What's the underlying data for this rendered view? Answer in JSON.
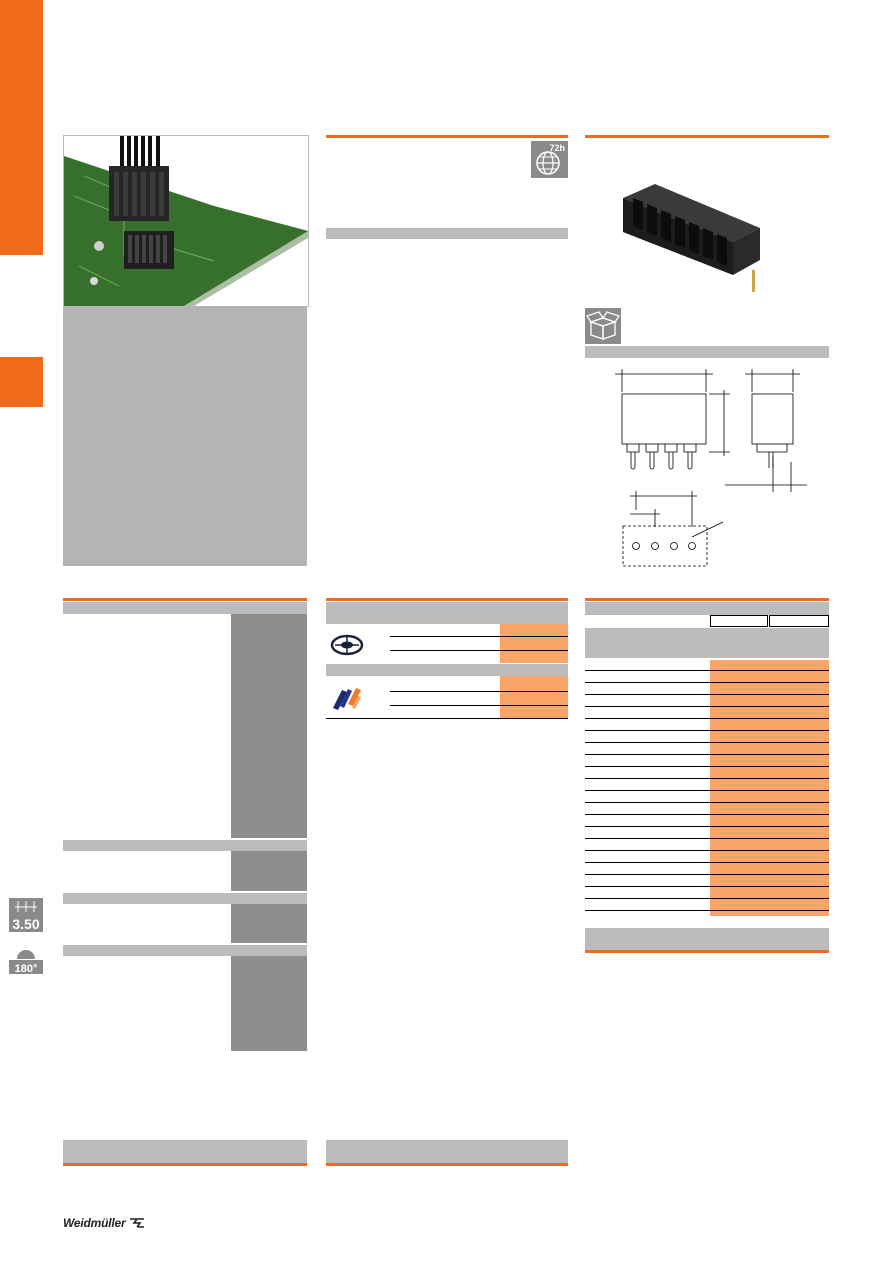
{
  "brand": {
    "name": "Weidmüller",
    "orange": "#f26b1d",
    "light_orange": "#f8a56a",
    "grey": "#bcbcbc",
    "dark_grey": "#8e8c8c"
  },
  "icons": {
    "delivery_badge": "72h",
    "pitch_badge": "3.50",
    "angle_badge": "180°"
  },
  "footer": {
    "logo_text": "Weidmüller"
  }
}
